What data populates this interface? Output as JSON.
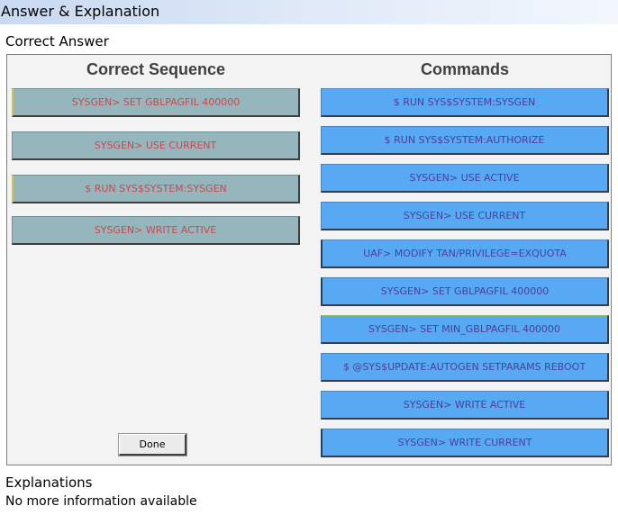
{
  "header": {
    "title": "Answer & Explanation"
  },
  "correct_answer": {
    "label": "Correct Answer",
    "sequence_heading": "Correct Sequence",
    "commands_heading": "Commands",
    "sequence": [
      "SYSGEN> SET GBLPAGFIL 400000",
      "SYSGEN> USE CURRENT",
      "$ RUN SYS$SYSTEM:SYSGEN",
      "SYSGEN> WRITE ACTIVE"
    ],
    "commands": [
      "$ RUN SYS$SYSTEM:SYSGEN",
      "$ RUN SYS$SYSTEM:AUTHORIZE",
      "SYSGEN> USE ACTIVE",
      "SYSGEN> USE CURRENT",
      "UAF> MODIFY TAN/PRIVILEGE=EXQUOTA",
      "SYSGEN> SET GBLPAGFIL 400000",
      "SYSGEN> SET MIN_GBLPAGFIL 400000",
      "$ @SYS$UPDATE:AUTOGEN SETPARAMS REBOOT",
      "SYSGEN> WRITE ACTIVE",
      "SYSGEN> WRITE CURRENT"
    ],
    "done_label": "Done"
  },
  "explanations": {
    "label": "Explanations",
    "text": "No more information available"
  }
}
